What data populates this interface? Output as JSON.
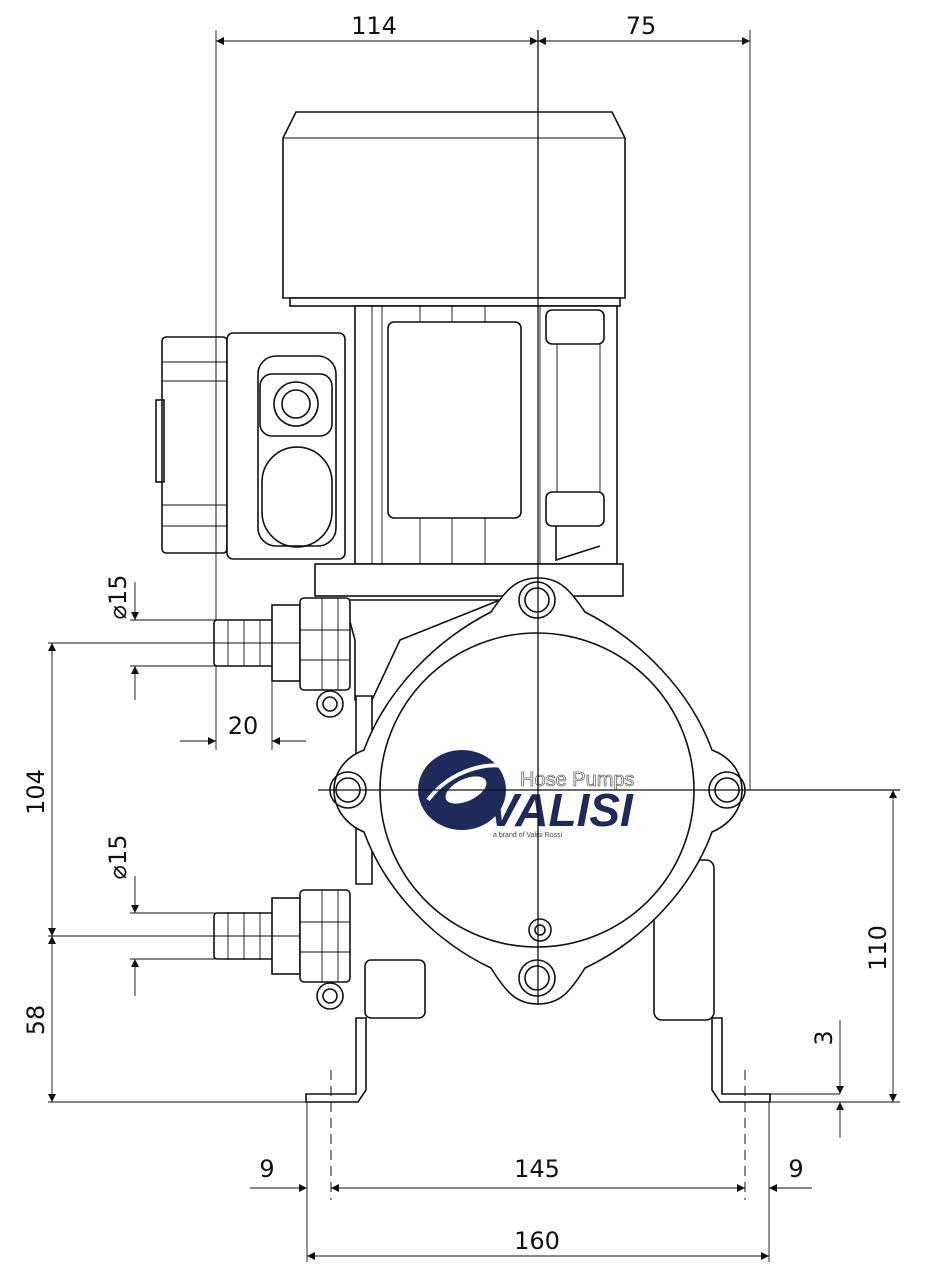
{
  "dimensions": {
    "top_left": "114",
    "top_right": "75",
    "inlet_dia_top": "⌀15",
    "hose_len": "20",
    "height_104": "104",
    "inlet_dia_bottom": "⌀15",
    "height_58": "58",
    "height_110": "110",
    "foot_thk": "3",
    "foot_left": "9",
    "span_145": "145",
    "foot_right": "9",
    "overall_160": "160"
  },
  "logo": {
    "tagline": "Hose Pumps",
    "brand": "VALISI",
    "subline": "a brand of Valisi Rossi",
    "colors": {
      "navy": "#1e2a5a",
      "red": "#c0202c"
    }
  }
}
